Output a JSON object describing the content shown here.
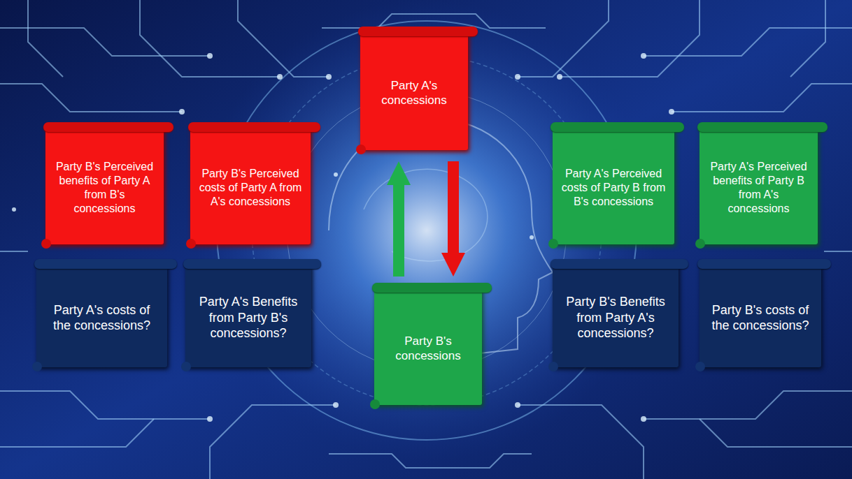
{
  "diagram": {
    "nodes": [
      {
        "text": [
          "Party A's concessions"
        ]
      },
      {
        "text": [
          "Party B's Perceived benefits of Party A from B's concessions"
        ]
      },
      {
        "text": [
          "Party B's Perceived costs of Party A from A's concessions"
        ]
      },
      {
        "text": [
          "Party A's Perceived costs of Party B from B's concessions"
        ]
      },
      {
        "text": [
          "Party A's Perceived benefits of Party B from A's concessions"
        ]
      },
      {
        "text": [
          "Party A's costs of the concessions?"
        ]
      },
      {
        "text": [
          "Party A's Benefits from Party B's concessions?"
        ]
      },
      {
        "text": [
          "Party B's concessions"
        ]
      },
      {
        "text": [
          "Party B's Benefits from Party A's concessions?"
        ]
      },
      {
        "text": [
          "Party B's costs of the concessions?"
        ]
      }
    ],
    "edges": [
      {
        "from": 7,
        "to": 0,
        "arrow": "to"
      },
      {
        "from": 0,
        "to": 7,
        "arrow": "to"
      }
    ]
  }
}
